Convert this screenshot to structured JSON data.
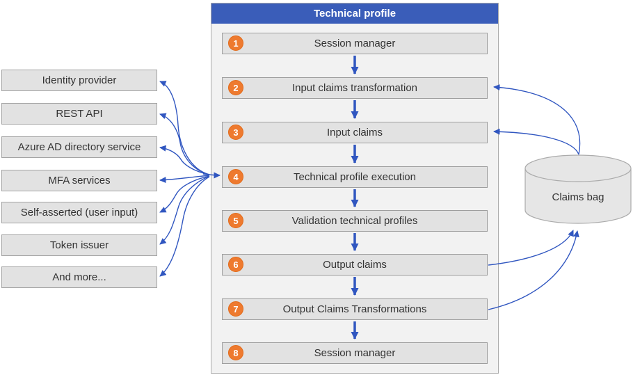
{
  "header": {
    "title": "Technical profile"
  },
  "steps": [
    {
      "num": "1",
      "label": "Session manager"
    },
    {
      "num": "2",
      "label": "Input claims transformation"
    },
    {
      "num": "3",
      "label": "Input claims"
    },
    {
      "num": "4",
      "label": "Technical profile execution"
    },
    {
      "num": "5",
      "label": "Validation technical profiles"
    },
    {
      "num": "6",
      "label": "Output claims"
    },
    {
      "num": "7",
      "label": "Output Claims Transformations"
    },
    {
      "num": "8",
      "label": "Session manager"
    }
  ],
  "sources": [
    {
      "label": "Identity provider"
    },
    {
      "label": "REST API"
    },
    {
      "label": "Azure AD directory service"
    },
    {
      "label": "MFA services"
    },
    {
      "label": "Self-asserted (user input)"
    },
    {
      "label": "Token issuer"
    },
    {
      "label": "And more..."
    }
  ],
  "claims_bag": {
    "label": "Claims bag"
  },
  "colors": {
    "header_blue": "#3a5db9",
    "arrow_blue": "#3056c0",
    "circle_orange": "#ee7a2f",
    "box_fill": "#e2e2e2",
    "panel_fill": "#f2f2f2",
    "text_dark": "#333333"
  }
}
